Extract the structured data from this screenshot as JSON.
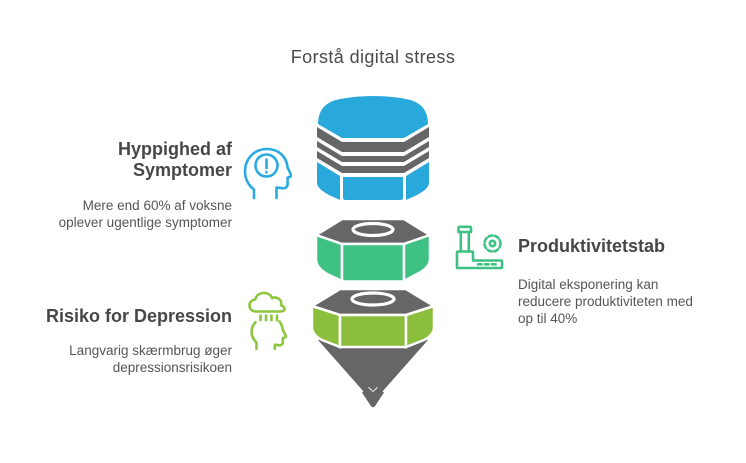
{
  "title": "Forstå digital stress",
  "funnel": {
    "colors": {
      "blue": "#29a8dc",
      "green": "#3ec183",
      "lime": "#8cbe3d",
      "gray": "#666666"
    },
    "layer_order": [
      "blue",
      "green",
      "lime"
    ]
  },
  "blocks": [
    {
      "id": "symptoms",
      "heading_lines": [
        "Hyppighed af",
        "Symptomer"
      ],
      "body_lines": [
        "Mere end 60% af voksne",
        "oplever ugentlige symptomer"
      ],
      "icon": "head-exclamation-icon",
      "accent": "#29abe2"
    },
    {
      "id": "productivity",
      "heading_lines": [
        "Produktivitetstab"
      ],
      "body_lines": [
        "Digital eksponering kan",
        "reducere produktiviteten med",
        "op til 40%"
      ],
      "icon": "factory-gear-icon",
      "accent": "#3fc183"
    },
    {
      "id": "depression",
      "heading_lines": [
        "Risiko for Depression"
      ],
      "body_lines": [
        "Langvarig skærmbrug øger",
        "depressionsrisikoen"
      ],
      "icon": "rain-cloud-head-icon",
      "accent": "#8dc63f"
    }
  ]
}
